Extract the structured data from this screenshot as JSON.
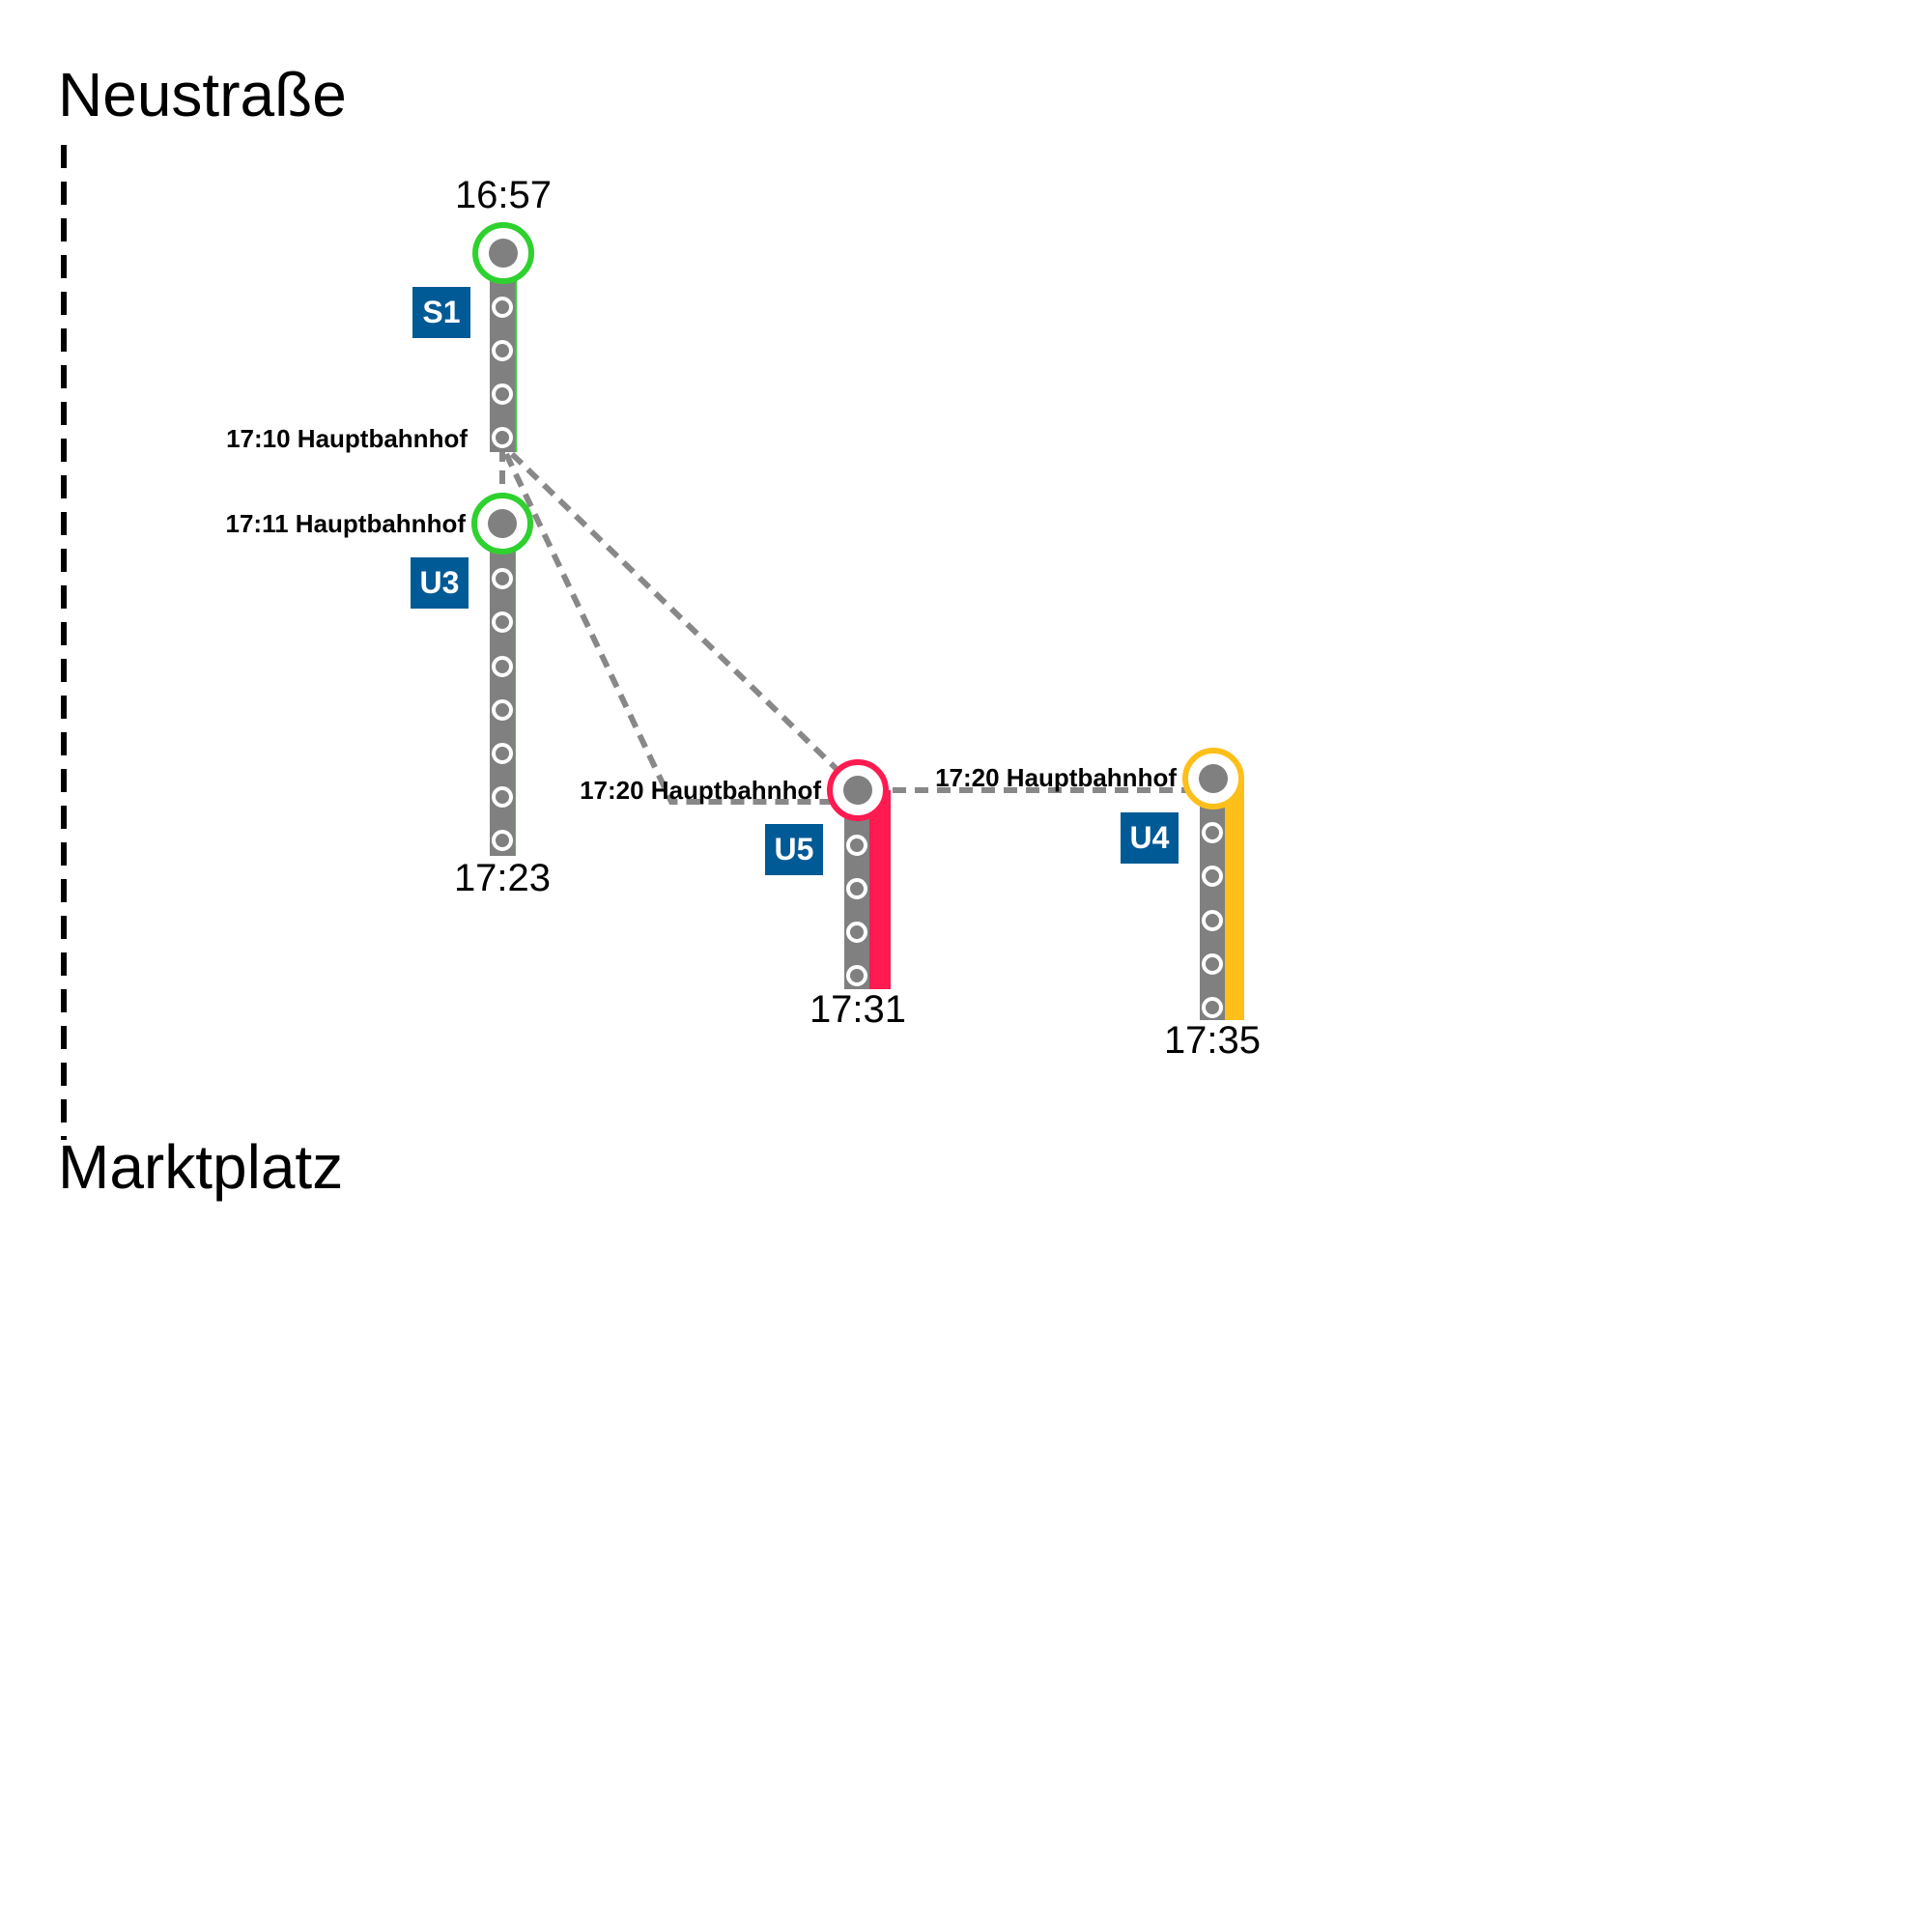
{
  "origin": "Neustraße",
  "destination": "Marktplatz",
  "colors": {
    "track": "#808080",
    "badge": "#005a96",
    "transfer": "#888888",
    "timeline": "#000000"
  },
  "legs": [
    {
      "line": "S1",
      "color": "#2ed12e",
      "start_time": "16:57",
      "end_stop": "17:10 Hauptbahnhof",
      "intermediate_stops": 3
    },
    {
      "line": "U3",
      "color": "#2ed12e",
      "start_stop": "17:11 Hauptbahnhof",
      "end_time": "17:23",
      "intermediate_stops": 6
    },
    {
      "line": "U5",
      "color": "#ff1a50",
      "start_stop": "17:20 Hauptbahnhof",
      "end_time": "17:31",
      "intermediate_stops": 3
    },
    {
      "line": "U4",
      "color": "#ffbf1a",
      "start_stop": "17:20 Hauptbahnhof",
      "end_time": "17:35",
      "intermediate_stops": 4
    }
  ]
}
